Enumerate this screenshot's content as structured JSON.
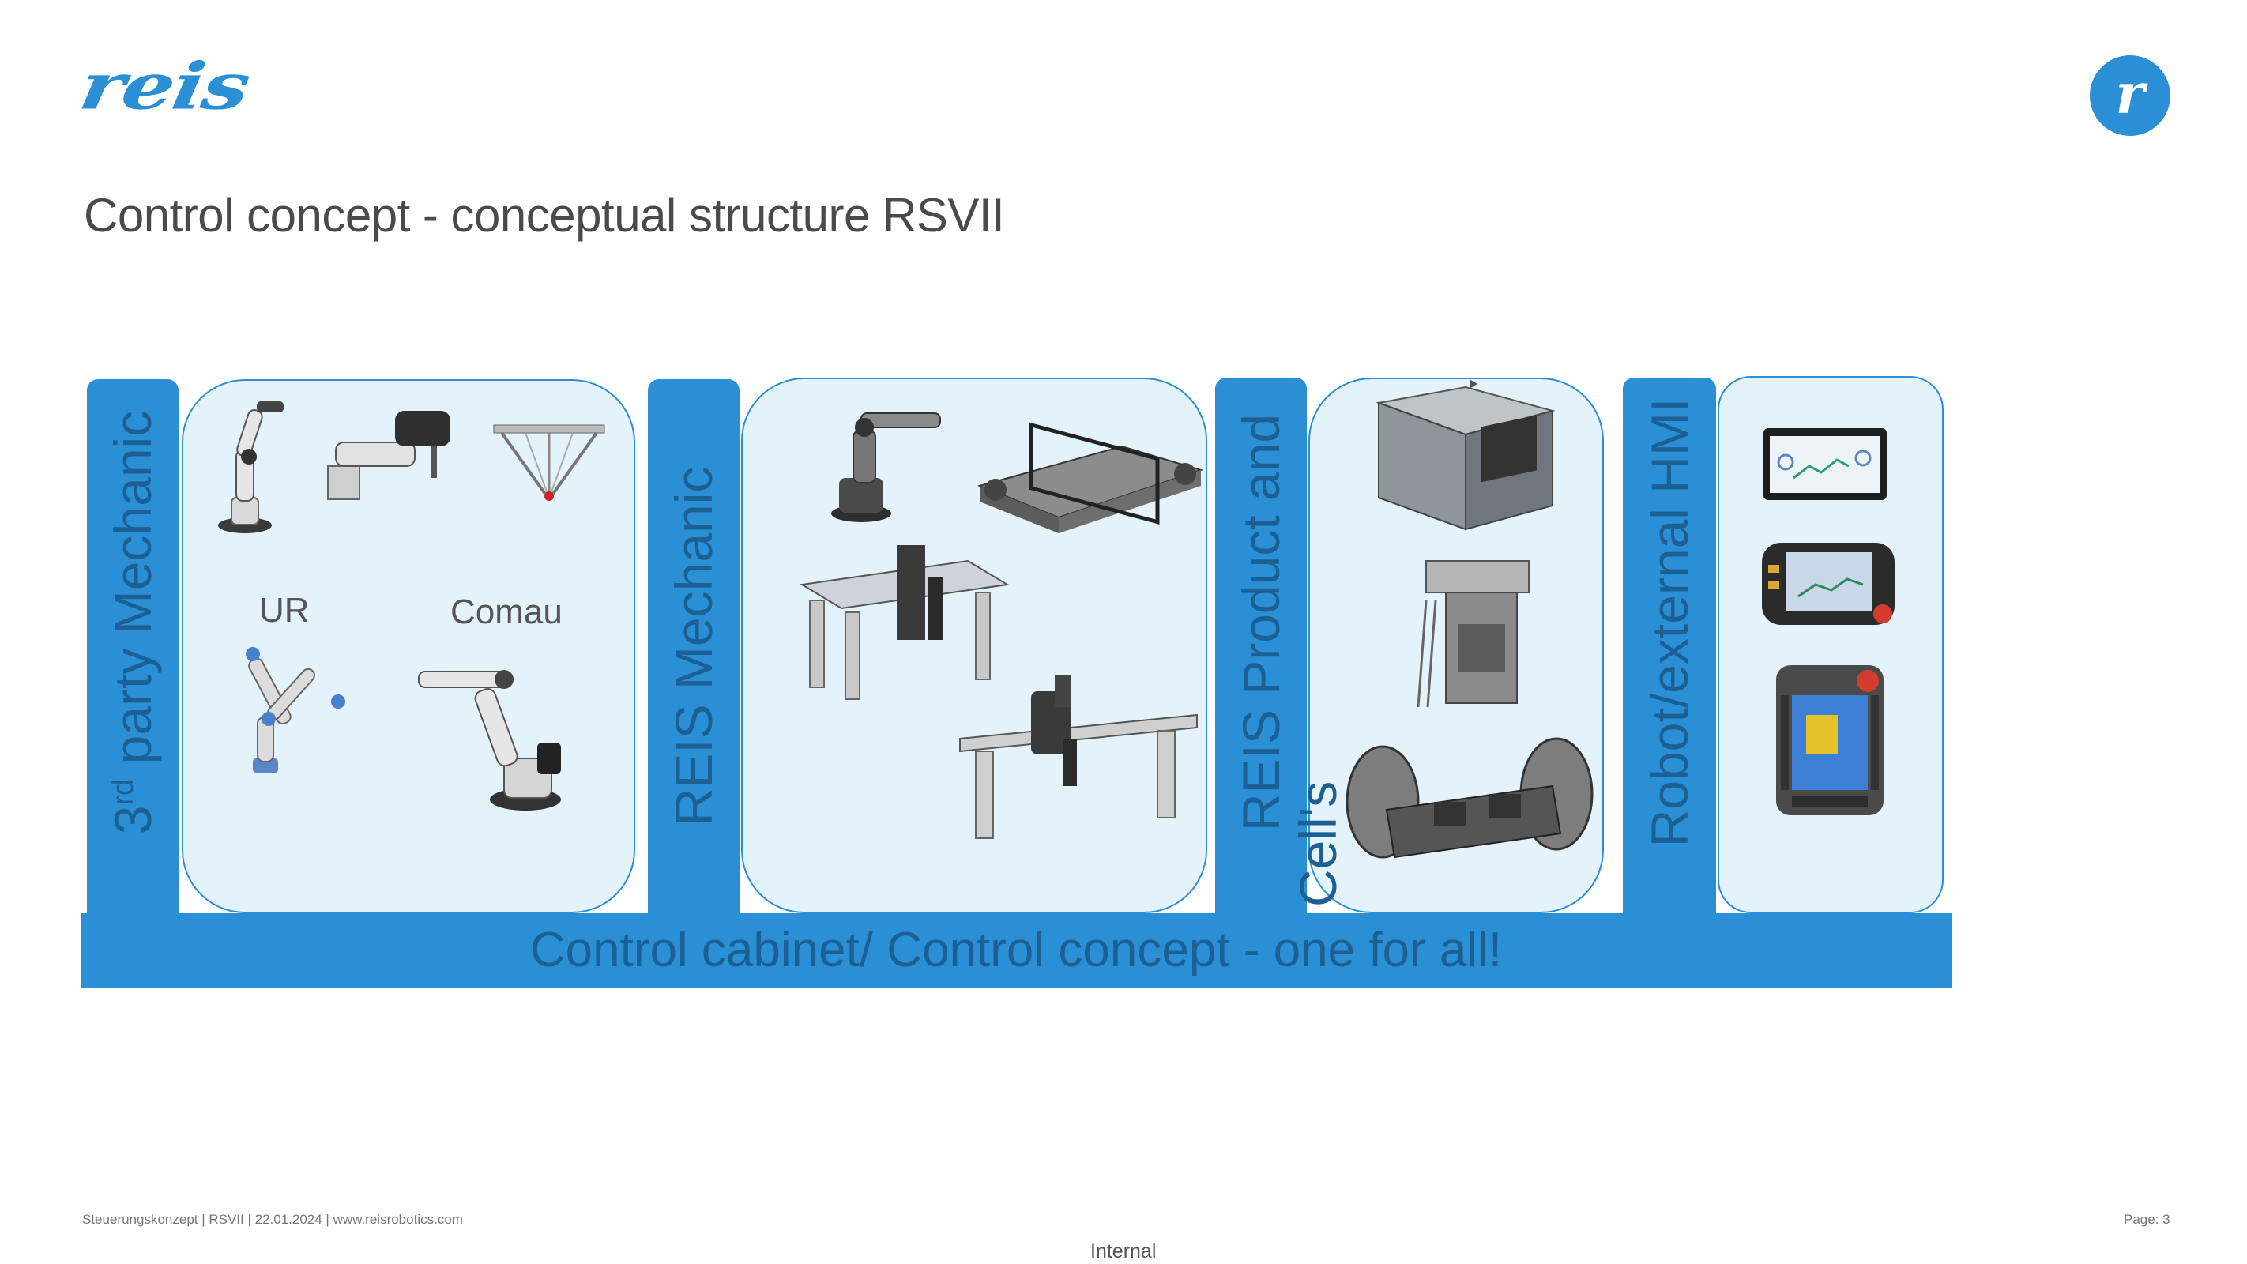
{
  "header": {
    "logo_text": "reis",
    "round_logo_text": "r",
    "title": "Control concept - conceptual structure RSVII"
  },
  "columns": {
    "third_party": {
      "label_main": "party Mechanic",
      "label_prefix": "3",
      "label_sup": "rd",
      "robot_labels": [
        "UR",
        "Comau"
      ]
    },
    "reis_mechanic": {
      "label": "REIS Mechanic"
    },
    "reis_product": {
      "label_line1": "REIS Product and",
      "label_line2": "Cell's"
    },
    "hmi": {
      "label": "Robot/external HMI"
    }
  },
  "bottom_bar": {
    "text": "Control cabinet/ Control concept - one for all!"
  },
  "footer": {
    "left": "Steuerungskonzept  | RSVII | 22.01.2024 | www.reisrobotics.com",
    "right": "Page: 3",
    "center": "Internal"
  },
  "colors": {
    "accent": "#2b8fd6",
    "panel": "#e4f2fc",
    "label_text": "#1c5f92"
  }
}
